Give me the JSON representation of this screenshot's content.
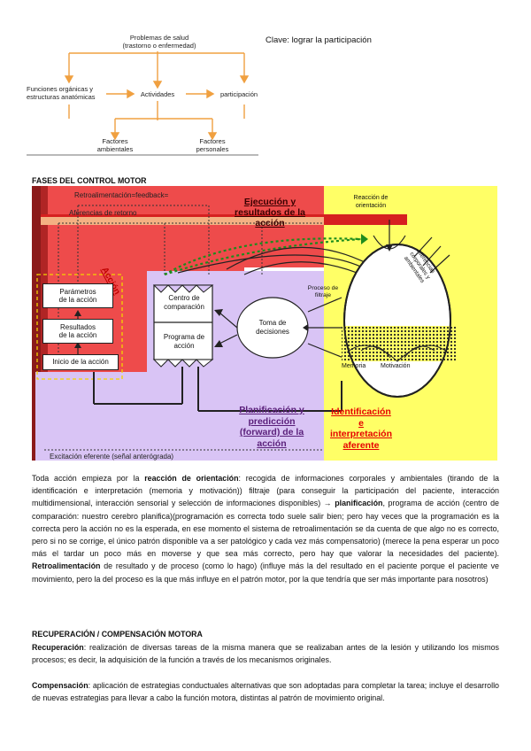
{
  "icf": {
    "problems": "Problemas de salud\n(trastorno o enfermedad)",
    "functions": "Funciones orgánicas y\nestructuras anatómicas",
    "activities": "Actividades",
    "participation": "participación",
    "environmental": "Factores\nambientales",
    "personal": "Factores\npersonales"
  },
  "key_note": "Clave: lograr la participación",
  "section_title": "FASES DEL CONTROL MOTOR",
  "diagram": {
    "feedback": "Retroalimentación=feedback=",
    "afferents_return": "Aferencias de retorno",
    "execution_title": "Ejecución y\nresultados de la\nacción",
    "action_vertical": "Acción",
    "params": "Parámetros\nde la acción",
    "results": "Resultados\nde la acción",
    "start": "Inicio de la acción",
    "comparison": "Centro de\ncomparación",
    "program": "Programa de\nacción",
    "decisions": "Toma de\ndecisiones",
    "filter_process": "Proceso de\nfiltraje",
    "orientation": "Reacción de\norientación",
    "afferents_diag": "Aferencias\ncorporales y\nambientales",
    "memory": "Memoria",
    "motivation": "Motivación",
    "planning_title": "Planificación y\npredicción\n(forward) de la\nacción",
    "identification_title": "Identificación\ne\ninterpretación\naferente",
    "efferent": "Excitación eferente (señal anterógrada)"
  },
  "paragraph1": {
    "p1": "Toda acción empieza por la ",
    "b1": "reacción de orientación",
    "p2": ": recogida de informaciones corporales y ambientales (tirando de la identificación e interpretación (memoria y motivación)) filtraje (para conseguir la participación del paciente, interacción multidimensional, interacción sensorial y selección de informaciones disponibles) → ",
    "b2": "planificación",
    "p3": ", programa de acción (centro de comparación: nuestro cerebro planifica)(programación es correcta todo suele salir bien; pero hay veces que la programación es la correcta pero la acción no es la esperada, en ese momento el sistema de retroalimentación se da cuenta de que algo no es correcto, pero si no se corrige, el único patrón disponible va a ser patológico y cada vez más compensatorio) (merece la pena esperar un poco más el tardar un poco más en moverse y que sea más correcto, pero hay que valorar la necesidades del paciente). ",
    "b3": "Retroalimentación",
    "p4": " de resultado y de proceso (como lo hago) (influye más la del resultado en el paciente porque el paciente ve movimiento, pero la del proceso es la que más influye en el patrón motor, por la que tendría que ser más importante para nosotros)"
  },
  "recovery": {
    "title": "RECUPERACIÓN / COMPENSACIÓN MOTORA",
    "rec_label": "Recuperación",
    "rec_text": ": realización de diversas tareas de la misma manera que se realizaban antes de la lesión y utilizando los mismos procesos; es decir, la adquisición de la función a través de los mecanismos originales.",
    "comp_label": "Compensación",
    "comp_text": ": aplicación de estrategias conductuales alternativas que son adoptadas para completar la tarea; incluye el desarrollo de nuevas estrategias para llevar a cabo la función motora, distintas al patrón de movimiento original."
  },
  "colors": {
    "red": "#ee4b4b",
    "purple": "#d9c4f5",
    "yellow": "#ffff66",
    "orange": "#f4b183",
    "darkred": "#c00000"
  }
}
